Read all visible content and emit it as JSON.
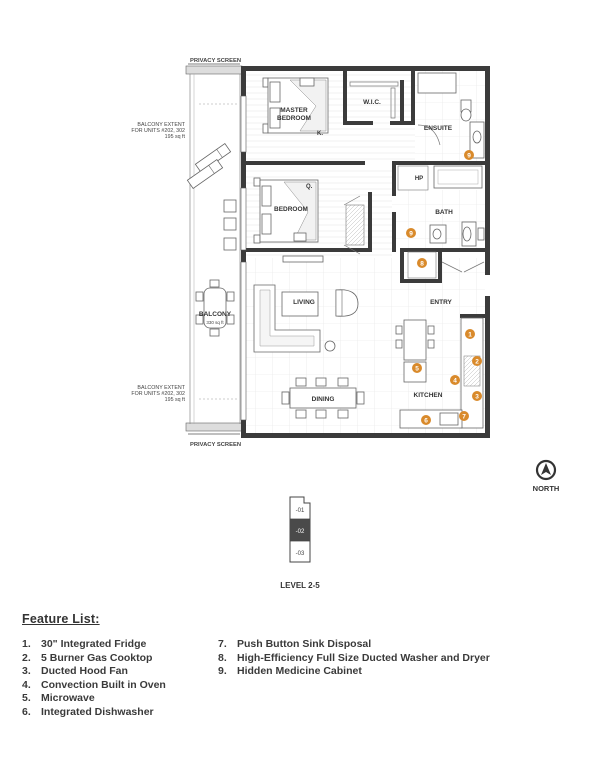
{
  "plan": {
    "privacy_screen_top": "PRIVACY SCREEN",
    "privacy_screen_bottom": "PRIVACY SCREEN",
    "balcony_extent_top": [
      "BALCONY EXTENT",
      "FOR UNITS #202, 302",
      "195 sq ft"
    ],
    "balcony_extent_bottom": [
      "BALCONY EXTENT",
      "FOR UNITS #202, 302",
      "195 sq ft"
    ],
    "balcony": "BALCONY",
    "balcony_area": "330 sq ft",
    "rooms": {
      "master_bedroom": [
        "MASTER",
        "BEDROOM"
      ],
      "master_bed_size": "K.",
      "wic": "W.I.C.",
      "ensuite": "ENSUITE",
      "hp": "HP",
      "bedroom": "BEDROOM",
      "bedroom_bed_size": "Q.",
      "bath": "BATH",
      "living": "LIVING",
      "entry": "ENTRY",
      "dining": "DINING",
      "kitchen": "KITCHEN"
    },
    "badges": [
      "1",
      "2",
      "3",
      "4",
      "5",
      "6",
      "7",
      "8",
      "9",
      "9"
    ],
    "accent_color": "#d98a2b",
    "wall_color": "#3b3b3b"
  },
  "compass": {
    "label": "NORTH",
    "icon": "north-arrow-icon"
  },
  "keyplan": {
    "units": [
      "-01",
      "-02",
      "-03"
    ],
    "selected": "-02",
    "level": "LEVEL 2-5"
  },
  "features": {
    "title": "Feature List:",
    "items": [
      {
        "num": "1.",
        "text": "30\" Integrated Fridge"
      },
      {
        "num": "2.",
        "text": "5 Burner Gas Cooktop"
      },
      {
        "num": "3.",
        "text": "Ducted Hood Fan"
      },
      {
        "num": "4.",
        "text": "Convection Built in Oven"
      },
      {
        "num": "5.",
        "text": "Microwave"
      },
      {
        "num": "6.",
        "text": "Integrated Dishwasher"
      },
      {
        "num": "7.",
        "text": "Push Button Sink Disposal"
      },
      {
        "num": "8.",
        "text": "High-Efficiency Full Size Ducted Washer and Dryer"
      },
      {
        "num": "9.",
        "text": "Hidden Medicine Cabinet"
      }
    ]
  }
}
